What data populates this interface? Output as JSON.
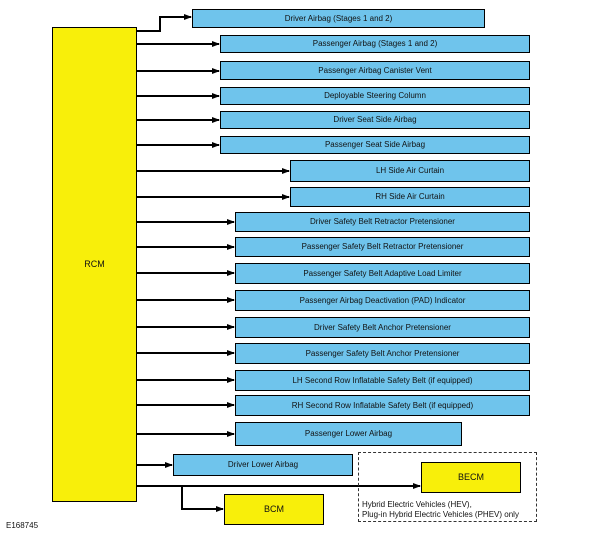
{
  "rcm": {
    "label": "RCM"
  },
  "outputs": [
    "Driver Airbag (Stages 1 and 2)",
    "Passenger Airbag (Stages 1 and 2)",
    "Passenger Airbag Canister Vent",
    "Deployable Steering Column",
    "Driver Seat Side Airbag",
    "Passenger Seat Side Airbag",
    "LH Side Air Curtain",
    "RH Side Air Curtain",
    "Driver Safety Belt Retractor Pretensioner",
    "Passenger Safety Belt Retractor Pretensioner",
    "Passenger Safety Belt Adaptive Load Limiter",
    "Passenger Airbag Deactivation (PAD) Indicator",
    "Driver Safety Belt Anchor Pretensioner",
    "Passenger Safety Belt Anchor Pretensioner",
    "LH Second Row Inflatable Safety Belt (if equipped)",
    "RH Second Row Inflatable Safety Belt (if equipped)",
    "Passenger Lower Airbag",
    "Driver Lower Airbag"
  ],
  "becm": {
    "label": "BECM"
  },
  "bcm": {
    "label": "BCM"
  },
  "note": {
    "line1": "Hybrid Electric Vehicles (HEV),",
    "line2": "Plug-in Hybrid Electric Vehicles (PHEV) only"
  },
  "figure_id": "E168745",
  "colors": {
    "module_box": "#6fc4ec",
    "controller_box": "#f8ef0a",
    "wire": "#000000"
  }
}
